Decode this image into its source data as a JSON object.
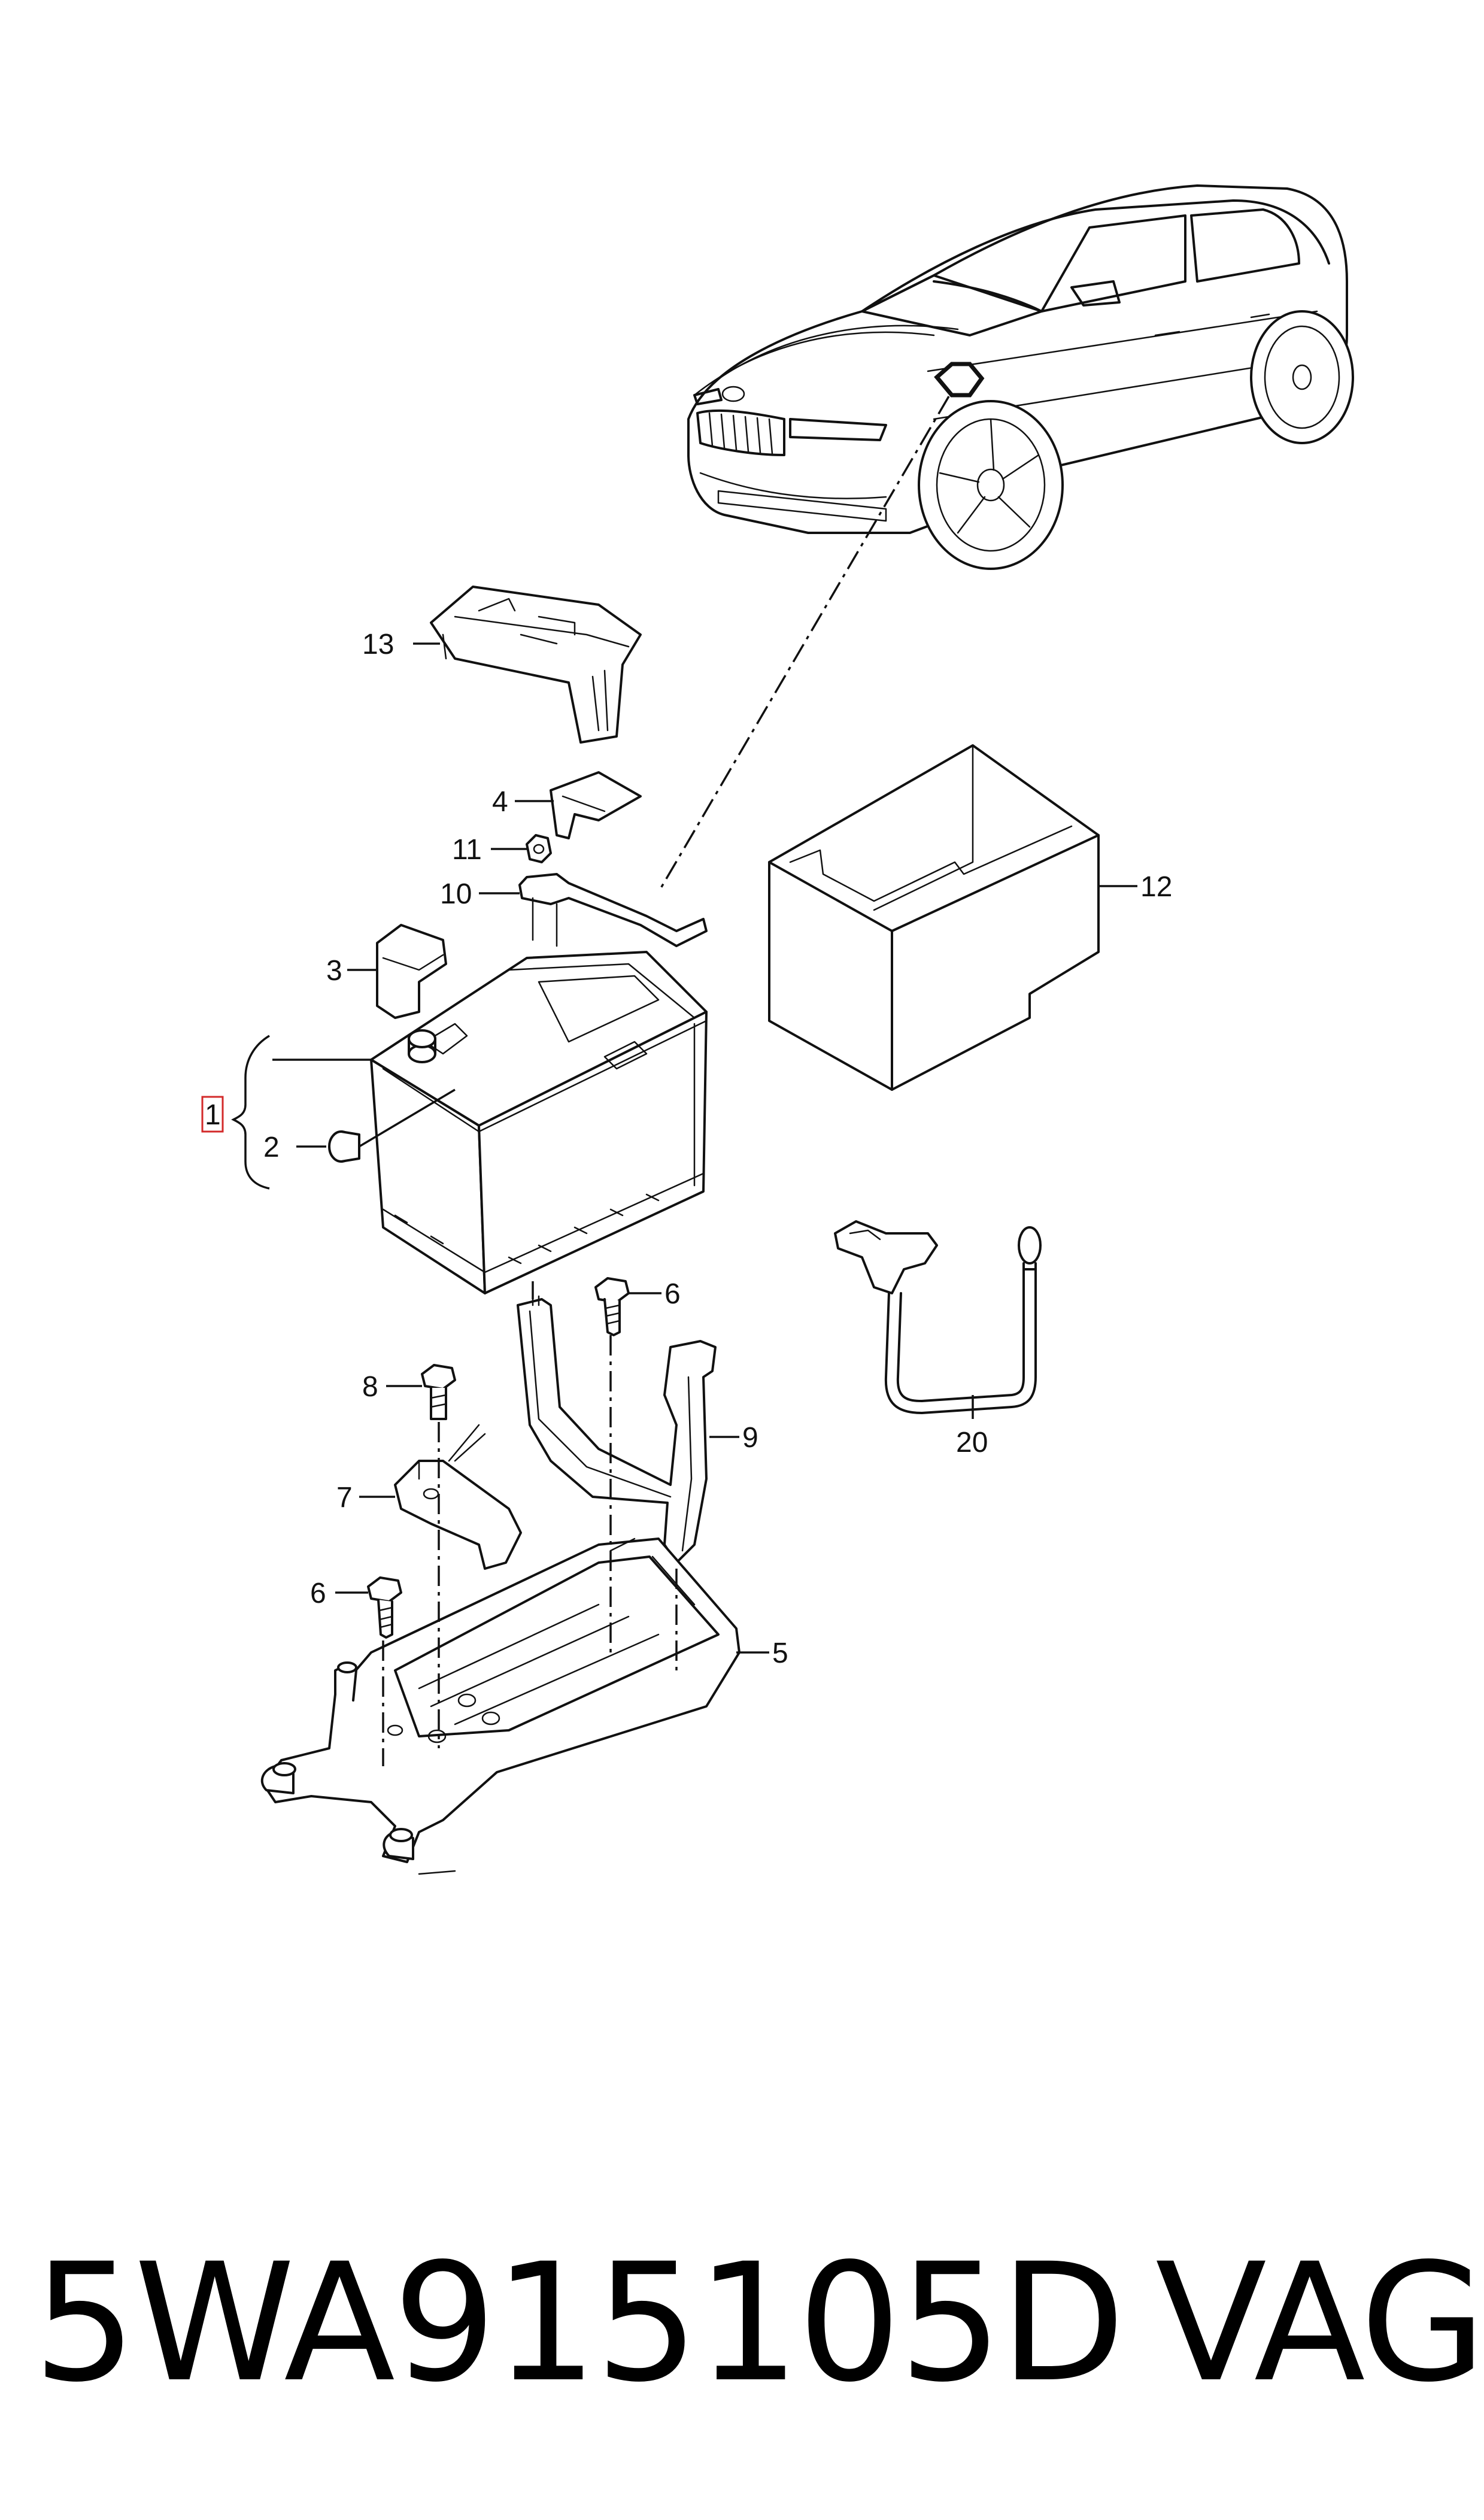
{
  "diagram": {
    "callouts": {
      "c1": "1",
      "c2": "2",
      "c3": "3",
      "c4": "4",
      "c5": "5",
      "c6a": "6",
      "c6b": "6",
      "c7": "7",
      "c8": "8",
      "c9": "9",
      "c10": "10",
      "c11": "11",
      "c12": "12",
      "c13": "13",
      "c20": "20"
    }
  },
  "footer": {
    "part_number": "5WA915105D",
    "brand": "VAG"
  }
}
